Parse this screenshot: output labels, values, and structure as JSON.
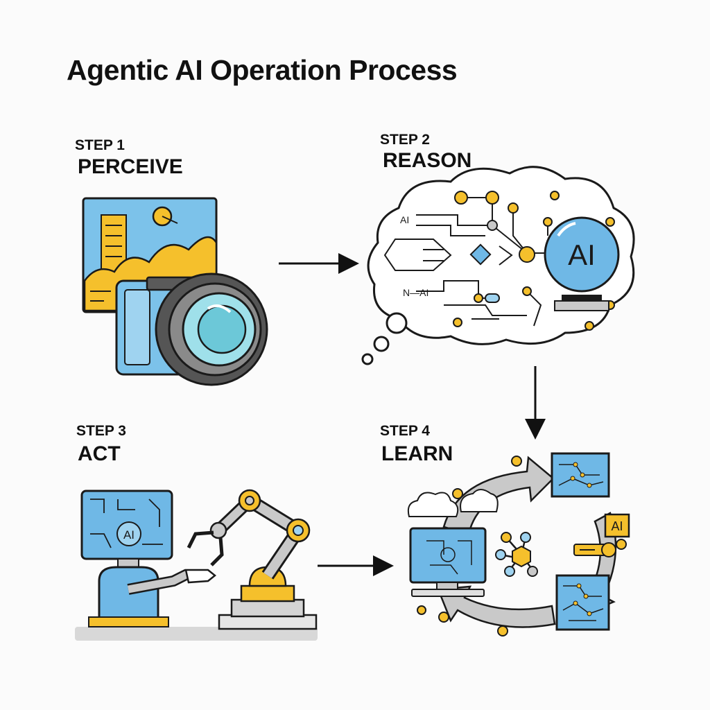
{
  "title": "Agentic AI Operation Process",
  "steps": [
    {
      "number": "STEP 1",
      "name": "PERCEIVE"
    },
    {
      "number": "STEP 2",
      "name": "REASON"
    },
    {
      "number": "STEP 3",
      "name": "ACT"
    },
    {
      "number": "STEP 4",
      "name": "LEARN"
    }
  ],
  "labels": {
    "ai": "AI",
    "ai_small": "AI",
    "n_ai": "N—AI",
    "act_ai": "AI",
    "learn_ai": "AI"
  },
  "colors": {
    "blue": "#6fb8e6",
    "yellow": "#f5c02c",
    "gray": "#c9c9c9",
    "dark": "#1a1a1a"
  },
  "icons": [
    "camera-icon",
    "landscape-icon",
    "thought-cloud-icon",
    "ai-globe-icon",
    "robot-icon",
    "robotic-arm-icon",
    "monitor-icon",
    "cycle-arrow-icon",
    "network-icon"
  ]
}
